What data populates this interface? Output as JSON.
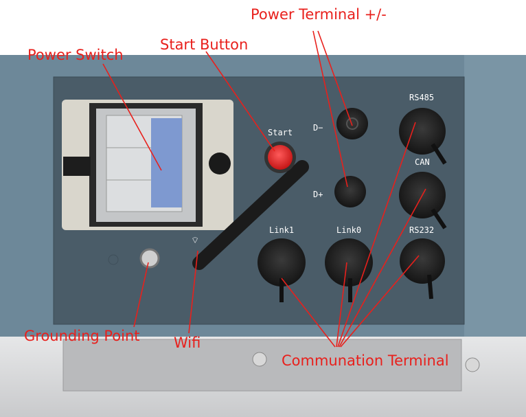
{
  "panel_labels": {
    "start": "Start",
    "d_minus": "D−",
    "d_plus": "D+",
    "rs485": "RS485",
    "can": "CAN",
    "rs232": "RS232",
    "link1": "Link1",
    "link0": "Link0"
  },
  "annotations": {
    "power_terminal": "Power Terminal +/-",
    "start_button": "Start Button",
    "power_switch": "Power Switch",
    "grounding_point": "Grounding Point",
    "wifi": "Wifi",
    "communication_terminal": "Communation Terminal"
  },
  "colors": {
    "annotation": "#e8201c",
    "frame": "#6d8899",
    "panel": "#4a5c68"
  }
}
